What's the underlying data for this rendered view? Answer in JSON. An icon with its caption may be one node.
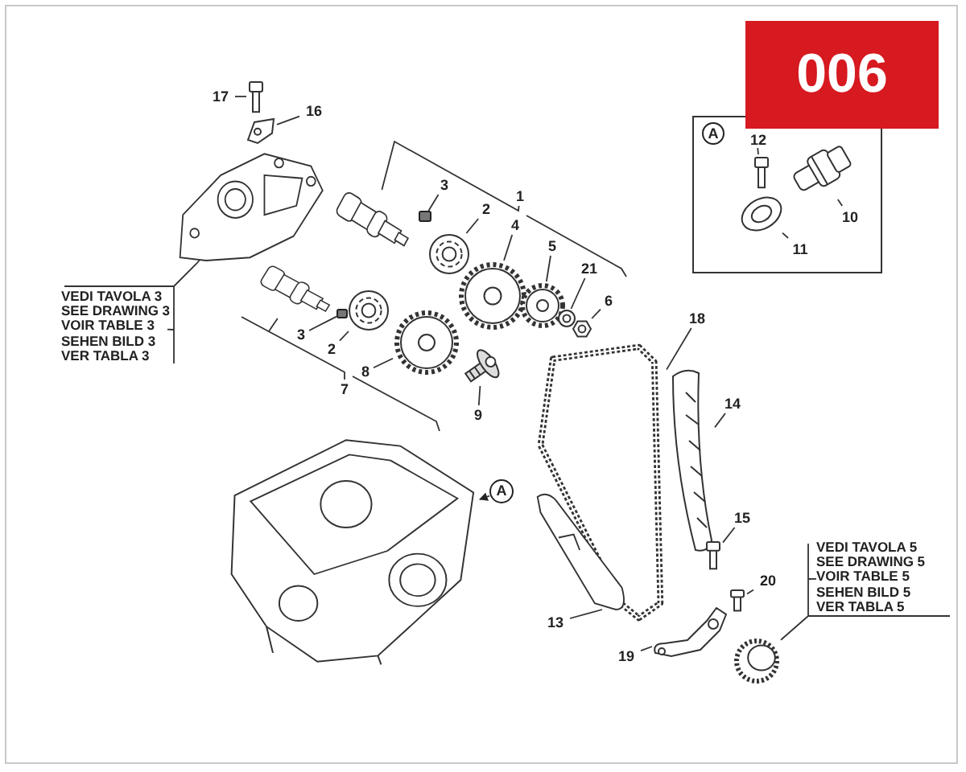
{
  "diagram": {
    "nodes": [
      {
        "text": [
          "006"
        ]
      },
      {
        "text": [],
        "shape": "box"
      },
      {
        "text": [
          "A"
        ],
        "in": 1
      },
      {
        "text": [
          "12"
        ],
        "in": 1
      },
      {
        "text": [],
        "shape": "picture",
        "in": 1
      },
      {
        "text": [
          "10"
        ],
        "in": 1
      },
      {
        "text": [],
        "shape": "picture",
        "in": 1
      },
      {
        "text": [
          "11"
        ],
        "in": 1
      },
      {
        "text": [],
        "shape": "picture",
        "in": 1
      },
      {
        "text": [
          "17"
        ]
      },
      {
        "text": [],
        "shape": "picture"
      },
      {
        "text": [
          "16"
        ]
      },
      {
        "text": [],
        "shape": "picture"
      },
      {
        "text": [],
        "shape": "picture"
      },
      {
        "text": [
          "VEDI TAVOLA 3",
          "SEE DRAWING 3",
          "VOIR TABLE 3",
          "SEHEN BILD 3",
          "VER TABLA 3"
        ]
      },
      {
        "text": [
          "3"
        ]
      },
      {
        "text": [],
        "shape": "box"
      },
      {
        "text": [],
        "shape": "picture"
      },
      {
        "text": [
          "2"
        ]
      },
      {
        "text": [],
        "shape": "picture"
      },
      {
        "text": [
          "4"
        ]
      },
      {
        "text": [],
        "shape": "picture"
      },
      {
        "text": [
          "5"
        ]
      },
      {
        "text": [],
        "shape": "picture"
      },
      {
        "text": [
          "21"
        ]
      },
      {
        "text": [],
        "shape": "picture"
      },
      {
        "text": [
          "6"
        ]
      },
      {
        "text": [],
        "shape": "picture"
      },
      {
        "text": [],
        "shape": "picture"
      },
      {
        "text": [
          "3"
        ]
      },
      {
        "text": [],
        "shape": "box"
      },
      {
        "text": [
          "2"
        ]
      },
      {
        "text": [],
        "shape": "picture"
      },
      {
        "text": [
          "8"
        ]
      },
      {
        "text": [],
        "shape": "picture"
      },
      {
        "text": [
          "9"
        ]
      },
      {
        "text": [],
        "shape": "picture"
      },
      {
        "text": [
          "18"
        ]
      },
      {
        "text": [],
        "shape": "picture"
      },
      {
        "text": [
          "14"
        ]
      },
      {
        "text": [],
        "shape": "picture"
      },
      {
        "text": [
          "15"
        ]
      },
      {
        "text": [],
        "shape": "picture"
      },
      {
        "text": [
          "13"
        ]
      },
      {
        "text": [],
        "shape": "picture"
      },
      {
        "text": [
          "20"
        ]
      },
      {
        "text": [],
        "shape": "picture"
      },
      {
        "text": [
          "19"
        ]
      },
      {
        "text": [],
        "shape": "picture"
      },
      {
        "text": [],
        "shape": "picture"
      },
      {
        "text": [
          "VEDI TAVOLA 5",
          "SEE DRAWING 5",
          "VOIR TABLE 5",
          "SEHEN BILD 5",
          "VER TABLA 5"
        ]
      },
      {
        "text": [],
        "shape": "picture"
      },
      {
        "text": [
          "A"
        ]
      },
      {
        "text": [
          "1"
        ]
      },
      {
        "text": [
          "7"
        ]
      }
    ],
    "edges": [
      {
        "from": 3,
        "to": 4,
        "arrow": "none"
      },
      {
        "from": 5,
        "to": 6,
        "arrow": "none"
      },
      {
        "from": 7,
        "to": 8,
        "arrow": "none"
      },
      {
        "from": 9,
        "to": 10,
        "arrow": "none"
      },
      {
        "from": 11,
        "to": 12,
        "arrow": "none"
      },
      {
        "from": 14,
        "to": 13,
        "arrow": "none"
      },
      {
        "from": 15,
        "to": 16,
        "arrow": "none"
      },
      {
        "from": 18,
        "to": 19,
        "arrow": "none"
      },
      {
        "from": 20,
        "to": 21,
        "arrow": "none"
      },
      {
        "from": 22,
        "to": 23,
        "arrow": "none"
      },
      {
        "from": 24,
        "to": 25,
        "arrow": "none"
      },
      {
        "from": 26,
        "to": 27,
        "arrow": "none"
      },
      {
        "from": 29,
        "to": 30,
        "arrow": "none"
      },
      {
        "from": 31,
        "to": 32,
        "arrow": "none"
      },
      {
        "from": 33,
        "to": 34,
        "arrow": "none"
      },
      {
        "from": 35,
        "to": 36,
        "arrow": "none"
      },
      {
        "from": 37,
        "to": 38,
        "arrow": "none"
      },
      {
        "from": 39,
        "to": 40,
        "arrow": "none"
      },
      {
        "from": 41,
        "to": 42,
        "arrow": "none"
      },
      {
        "from": 43,
        "to": 44,
        "arrow": "none"
      },
      {
        "from": 45,
        "to": 46,
        "arrow": "none"
      },
      {
        "from": 47,
        "to": 48,
        "arrow": "none"
      },
      {
        "from": 50,
        "to": 49,
        "arrow": "none"
      },
      {
        "from": 52,
        "to": 51,
        "arrow": "to"
      },
      {
        "from": 53,
        "to": 17,
        "arrow": "none"
      },
      {
        "from": 54,
        "to": 28,
        "arrow": "none"
      }
    ]
  }
}
